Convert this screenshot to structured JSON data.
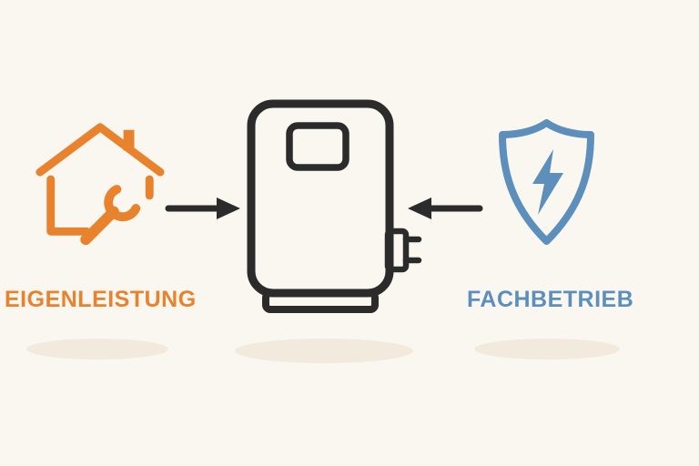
{
  "scene": {
    "title": "diy-vs-professional-heat-pump-diagram",
    "background_color": "#FAF7F1",
    "shadow_color": "#F3EADE",
    "left": {
      "icon": "house-wrench-icon",
      "label": "EIGENLEISTUNG",
      "color": "#E8822C"
    },
    "center": {
      "icon": "heat-pump-unit-icon",
      "outline_color": "#2B2B2B",
      "parts": [
        "display-panel",
        "power-plug",
        "base-plinth"
      ]
    },
    "right": {
      "icon": "shield-lightning-icon",
      "label": "FACHBETRIEB",
      "color": "#5C8FBC"
    },
    "arrows": {
      "color": "#2B2B2B",
      "left_arrow_direction": "right",
      "right_arrow_direction": "left"
    }
  }
}
